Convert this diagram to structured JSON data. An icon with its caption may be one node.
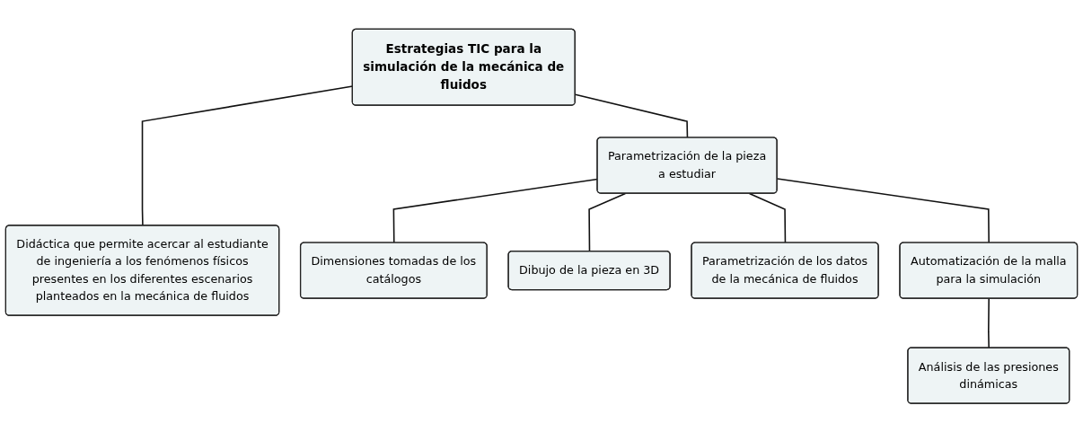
{
  "diagram": {
    "nodes": [
      {
        "text": [
          "Estrategias TIC para la simulación de la mecánica de fluidos"
        ]
      },
      {
        "text": [
          "Didáctica que permite acercar al estudiante de ingeniería a los fenómenos físicos presentes en los diferentes escenarios planteados en la mecánica de fluidos"
        ]
      },
      {
        "text": [
          "Parametrización de la pieza a estudiar"
        ]
      },
      {
        "text": [
          "Dimensiones tomadas de los catálogos"
        ]
      },
      {
        "text": [
          "Dibujo de la pieza en 3D"
        ]
      },
      {
        "text": [
          "Parametrización de los datos de la mecánica de fluidos"
        ]
      },
      {
        "text": [
          "Automatización de la malla para la simulación"
        ]
      },
      {
        "text": [
          "Análisis de las presiones dinámicas"
        ]
      }
    ],
    "edges": [
      {
        "from": 0,
        "to": 1,
        "arrow": "none"
      },
      {
        "from": 0,
        "to": 2,
        "arrow": "none"
      },
      {
        "from": 2,
        "to": 3,
        "arrow": "none"
      },
      {
        "from": 2,
        "to": 4,
        "arrow": "none"
      },
      {
        "from": 2,
        "to": 5,
        "arrow": "none"
      },
      {
        "from": 2,
        "to": 6,
        "arrow": "none"
      },
      {
        "from": 6,
        "to": 7,
        "arrow": "none"
      }
    ]
  }
}
